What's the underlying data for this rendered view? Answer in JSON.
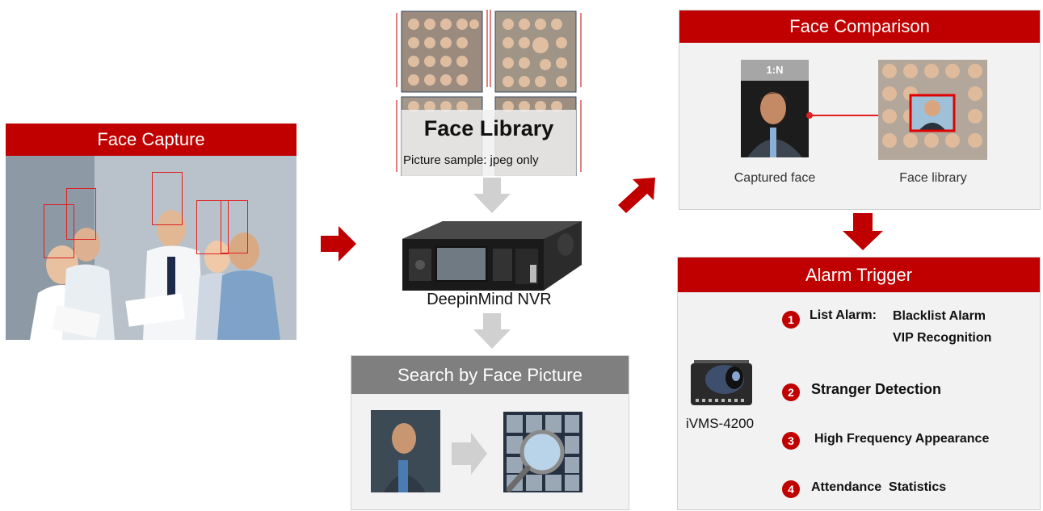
{
  "face_capture": {
    "title": "Face Capture"
  },
  "face_library": {
    "title": "Face Library",
    "subtitle": "Picture sample: jpeg only"
  },
  "nvr": {
    "label": "DeepinMind NVR"
  },
  "search": {
    "title": "Search by Face Picture"
  },
  "face_comparison": {
    "title": "Face Comparison",
    "badge": "1:N",
    "captured_label": "Captured face",
    "library_label": "Face library"
  },
  "alarm": {
    "title": "Alarm Trigger",
    "software_label": "iVMS-4200",
    "items": [
      {
        "num": "1",
        "label": "List Alarm:",
        "sub1": "Blacklist Alarm",
        "sub2": "VIP Recognition"
      },
      {
        "num": "2",
        "label": "Stranger Detection"
      },
      {
        "num": "3",
        "label": "High Frequency Appearance"
      },
      {
        "num": "4",
        "label": "Attendance  Statistics"
      }
    ]
  },
  "colors": {
    "brand_red": "#c00000",
    "arrow_gray": "#d0d0d0",
    "panel_bg": "#f2f2f2",
    "header_gray": "#7f7f7f"
  }
}
